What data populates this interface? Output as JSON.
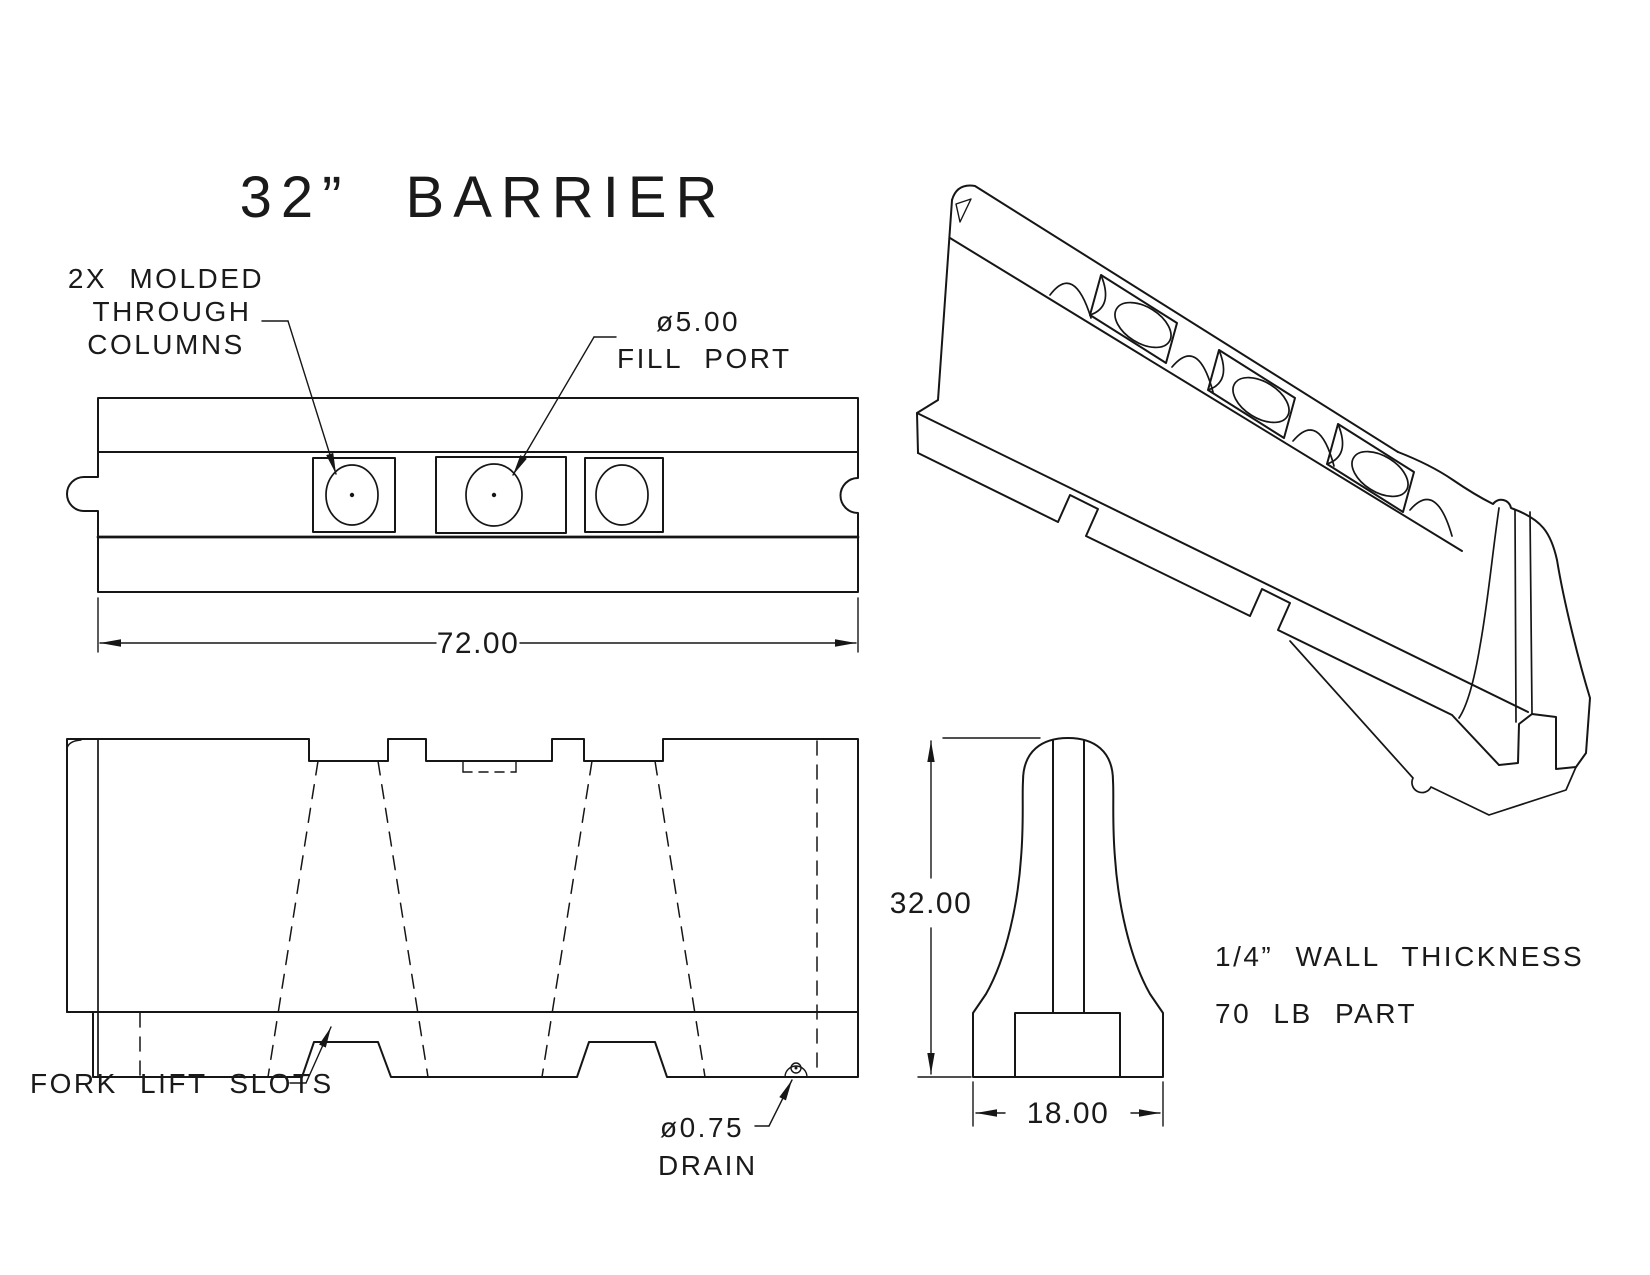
{
  "title": "32” BARRIER",
  "colors": {
    "line": "#161616",
    "background": "#ffffff"
  },
  "top_view": {
    "label_molded": {
      "line1": "2X MOLDED",
      "line2": "THROUGH",
      "line3": "COLUMNS"
    },
    "label_fill_port": {
      "line1": "ø5.00",
      "line2": "FILL PORT"
    },
    "dim_length": "72.00"
  },
  "front_view": {
    "label_fork_lift": "FORK LIFT SLOTS",
    "label_drain": {
      "line1": "ø0.75",
      "line2": "DRAIN"
    }
  },
  "side_view": {
    "dim_height": "32.00",
    "dim_base": "18.00"
  },
  "notes": {
    "wall": "1/4” WALL THICKNESS",
    "weight": "70 LB PART"
  }
}
